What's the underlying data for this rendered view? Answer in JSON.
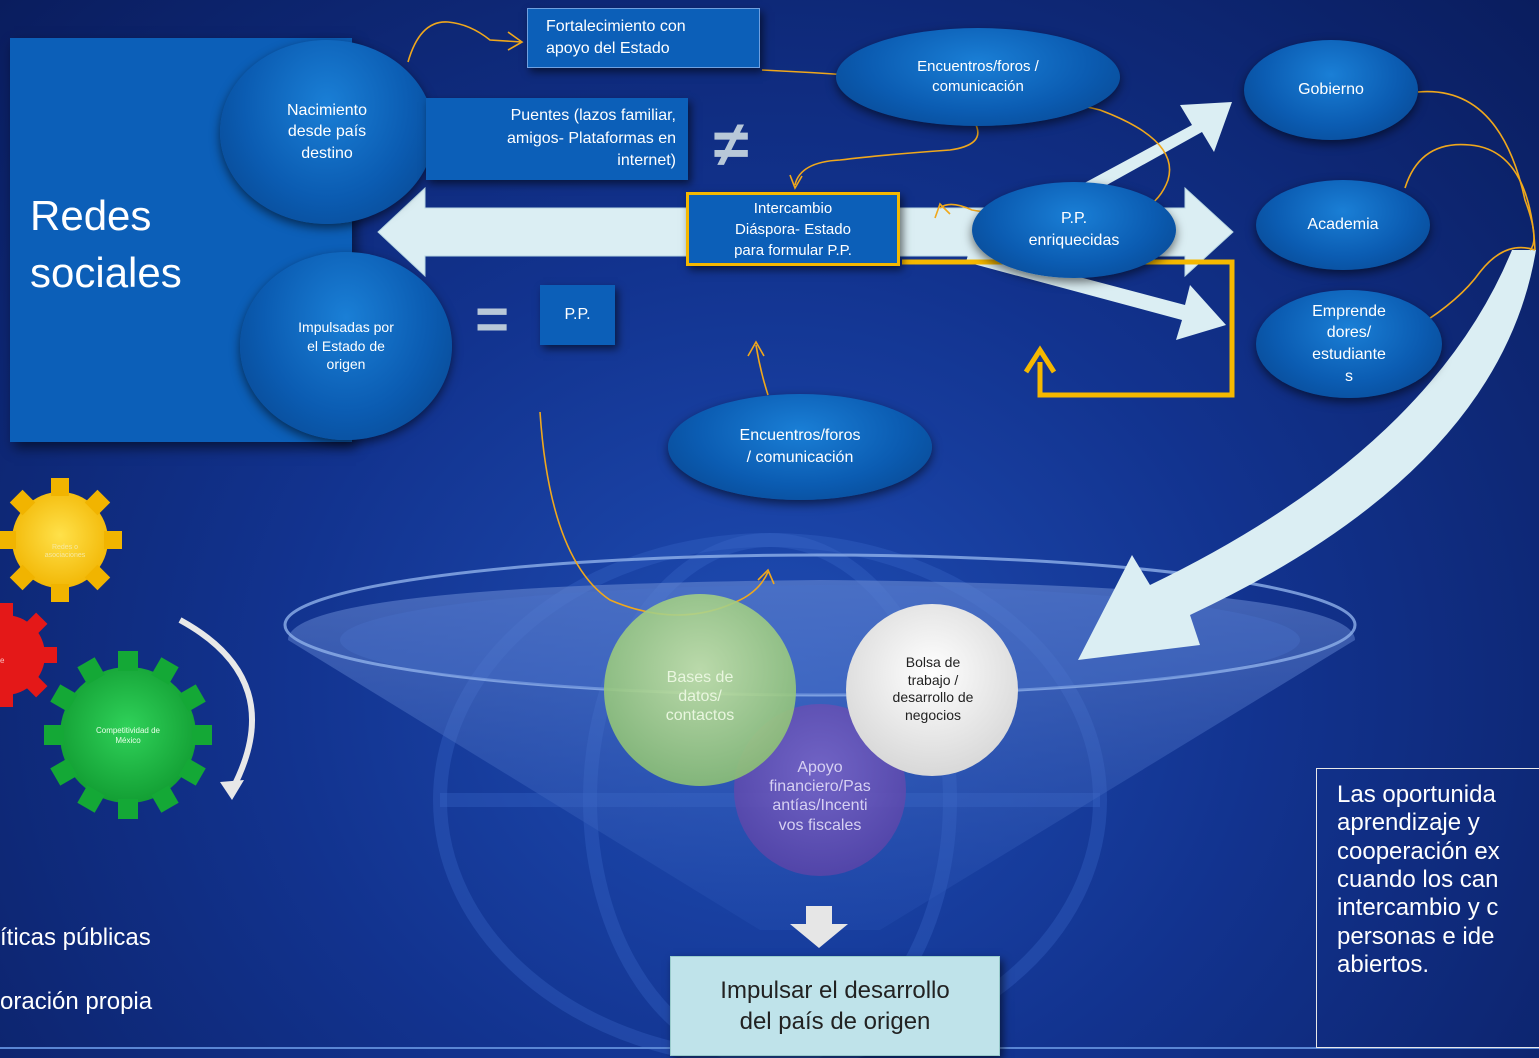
{
  "left_panel": {
    "title": "Redes\nsociales"
  },
  "nodes": {
    "nacimiento": "Nacimiento\ndesde país\ndestino",
    "impulsadas": "Impulsadas por\nel Estado de\norigen",
    "fortalecimiento": "Fortalecimiento con\napoyo del Estado",
    "puentes": "Puentes (lazos familiar,\namigos- Plataformas en\ninternet)",
    "intercambio": "Intercambio\nDiáspora- Estado\npara formular P.P.",
    "pp": "P.P.",
    "encuentros_top": "Encuentros/foros /\ncomunicación",
    "encuentros_bottom": "Encuentros/foros\n/ comunicación",
    "pp_enriquecidas": "P.P.\nenriquecidas",
    "gobierno": "Gobierno",
    "academia": "Academia",
    "emprendedores": "Emprende\ndores/\nestudiante\ns"
  },
  "symbols": {
    "not_equal": "≠",
    "equal": "="
  },
  "funnel": {
    "bases": "Bases de\ndatos/\ncontactos",
    "bolsa": "Bolsa de\ntrabajo /\ndesarrollo de\nnegocios",
    "apoyo": "Apoyo\nfinanciero/Pas\nantías/Incenti\nvos fiscales",
    "output": "Impulsar el desarrollo\ndel país de origen"
  },
  "gears": {
    "yellow": "Redes o\nasociaciones",
    "red": "e",
    "green": "Competitividad de\nMéxico"
  },
  "bottom_left": {
    "line1": "íticas públicas",
    "line2": "oración propia"
  },
  "note": "Las oportunida\naprendizaje y\ncooperación ex\ncuando los can\nintercambio y c\npersonas e ide\nabiertos.",
  "colors": {
    "node_blue": "#0b5cb2",
    "highlight": "#f5b800",
    "arrow": "#dbeef3",
    "connector": "#f0a81c"
  }
}
